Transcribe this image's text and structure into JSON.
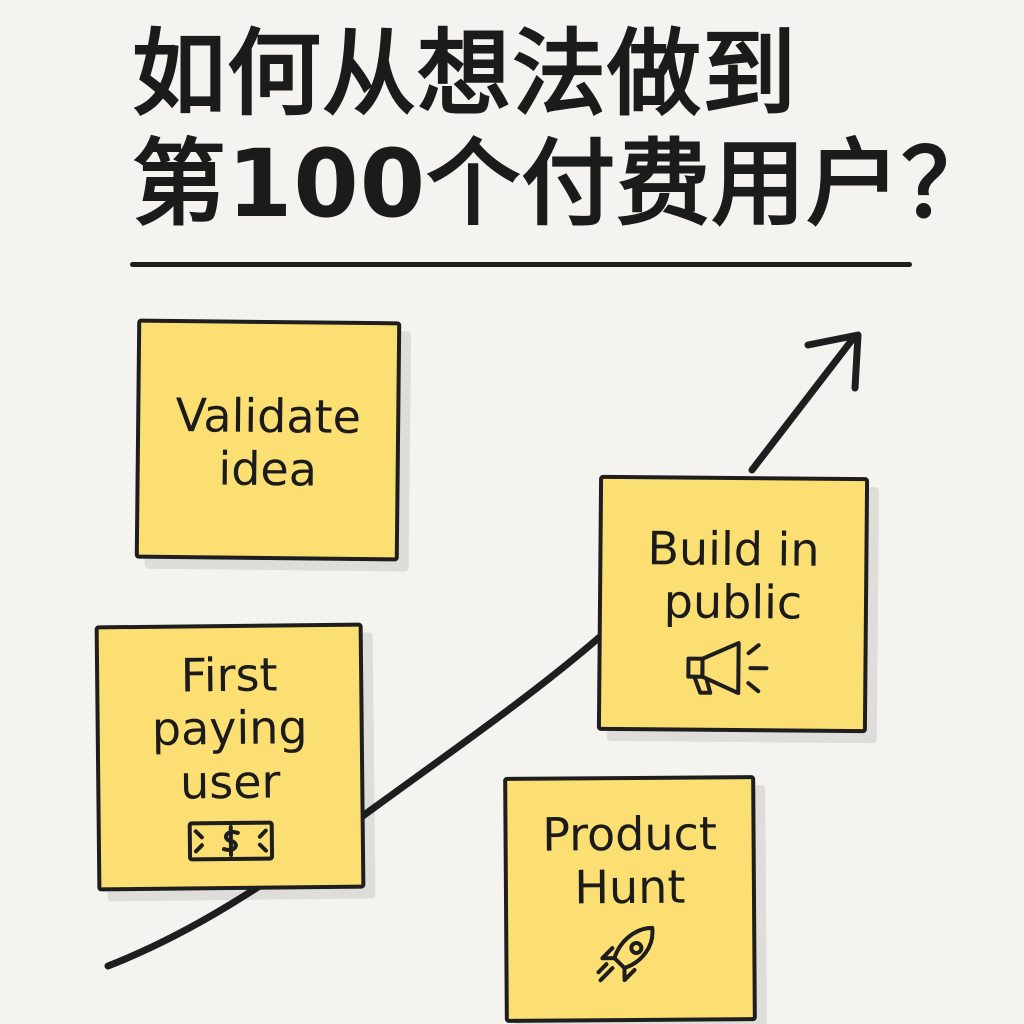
{
  "title": {
    "line1": "如何从想法做到",
    "line2": "第100个付费用户？"
  },
  "colors": {
    "background": "#f4f3ef",
    "sticky_note": "#fbdf73",
    "ink": "#1e1e1e"
  },
  "notes": [
    {
      "label": "Validate\nidea",
      "icon": null
    },
    {
      "label": "Build in\npublic",
      "icon": "megaphone-icon"
    },
    {
      "label": "First\npaying\nuser",
      "icon": "dollar-bill-icon"
    },
    {
      "label": "Product\nHunt",
      "icon": "rocket-icon"
    }
  ]
}
